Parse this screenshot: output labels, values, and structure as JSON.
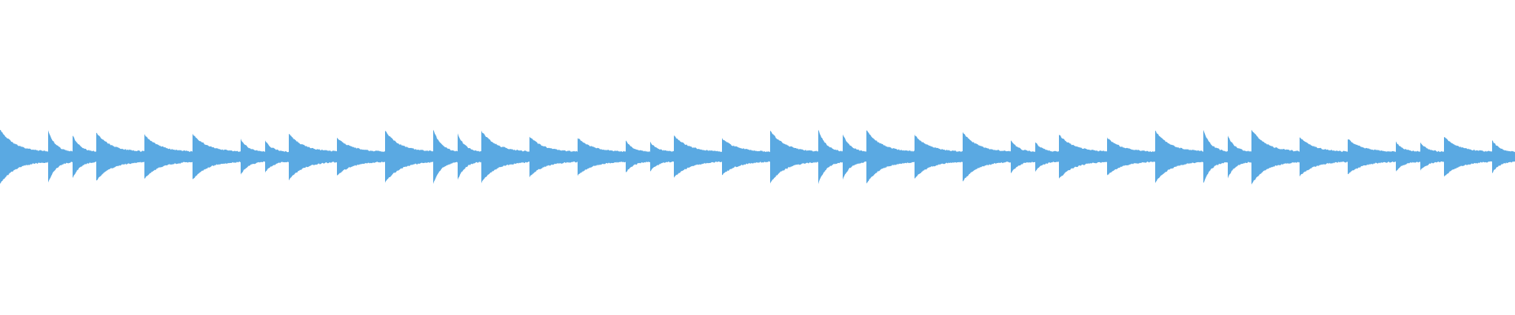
{
  "waveform": {
    "color": "#5aa9e2",
    "background": "#ffffff",
    "onsets": [
      {
        "t": 0.0,
        "a": 1.0
      },
      {
        "t": 61,
        "a": 0.95
      },
      {
        "t": 92,
        "a": 0.8
      },
      {
        "t": 122,
        "a": 0.88
      },
      {
        "t": 183,
        "a": 0.82
      },
      {
        "t": 244,
        "a": 0.84
      },
      {
        "t": 305,
        "a": 0.66
      },
      {
        "t": 336,
        "a": 0.6
      },
      {
        "t": 366,
        "a": 0.85
      },
      {
        "t": 427,
        "a": 0.7
      },
      {
        "t": 488,
        "a": 0.95
      },
      {
        "t": 549,
        "a": 1.0
      },
      {
        "t": 580,
        "a": 0.85
      },
      {
        "t": 610,
        "a": 0.95
      },
      {
        "t": 671,
        "a": 0.74
      },
      {
        "t": 732,
        "a": 0.7
      },
      {
        "t": 793,
        "a": 0.6
      },
      {
        "t": 824,
        "a": 0.56
      },
      {
        "t": 854,
        "a": 0.78
      },
      {
        "t": 915,
        "a": 0.68
      },
      {
        "t": 976,
        "a": 0.96
      },
      {
        "t": 1037,
        "a": 1.0
      },
      {
        "t": 1068,
        "a": 0.84
      },
      {
        "t": 1098,
        "a": 0.98
      },
      {
        "t": 1159,
        "a": 0.8
      },
      {
        "t": 1220,
        "a": 0.9
      },
      {
        "t": 1281,
        "a": 0.62
      },
      {
        "t": 1312,
        "a": 0.56
      },
      {
        "t": 1342,
        "a": 0.82
      },
      {
        "t": 1403,
        "a": 0.7
      },
      {
        "t": 1464,
        "a": 0.95
      },
      {
        "t": 1525,
        "a": 0.98
      },
      {
        "t": 1556,
        "a": 0.78
      },
      {
        "t": 1586,
        "a": 1.0
      },
      {
        "t": 1647,
        "a": 0.72
      },
      {
        "t": 1708,
        "a": 0.66
      },
      {
        "t": 1769,
        "a": 0.56
      },
      {
        "t": 1800,
        "a": 0.52
      },
      {
        "t": 1830,
        "a": 0.74
      },
      {
        "t": 1891,
        "a": 0.62
      }
    ]
  }
}
